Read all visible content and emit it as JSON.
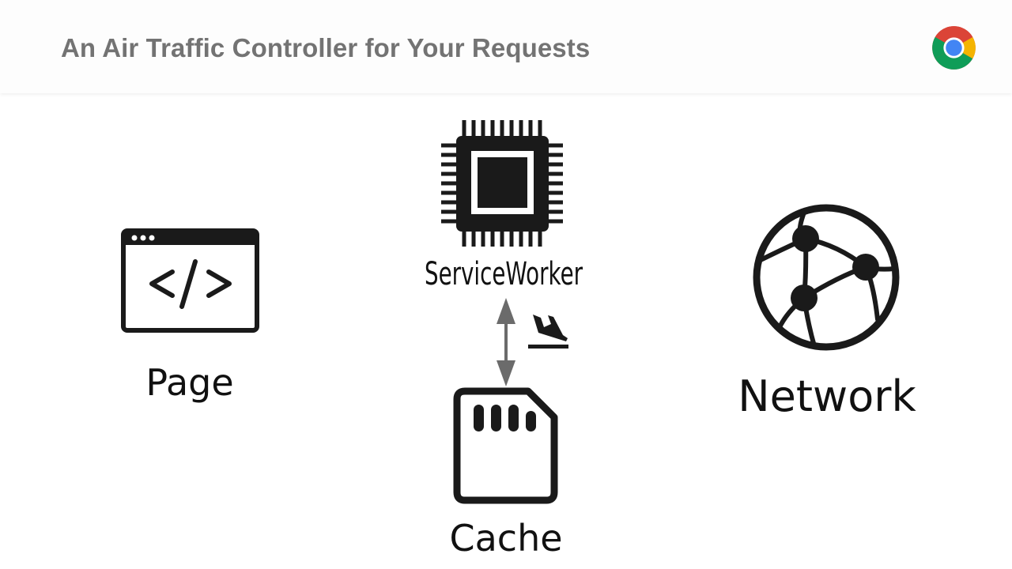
{
  "slide": {
    "title": "An Air Traffic Controller for Your Requests"
  },
  "logo": {
    "icon": "chrome-logo",
    "colors": {
      "red": "#db4437",
      "green": "#0f9d58",
      "yellow": "#f4b400",
      "blue": "#4285f4"
    }
  },
  "nodes": {
    "page": {
      "label": "Page",
      "icon": "browser-window-code-icon"
    },
    "service_worker": {
      "label": "ServiceWorker",
      "icon": "cpu-chip-icon"
    },
    "network": {
      "label": "Network",
      "icon": "globe-network-icon"
    },
    "cache": {
      "label": "Cache",
      "icon": "sd-card-icon"
    }
  },
  "connector": {
    "type": "double-arrow",
    "between": [
      "ServiceWorker",
      "Cache"
    ],
    "icon": "airplane-landing-icon",
    "color": "#6b6b6b"
  }
}
